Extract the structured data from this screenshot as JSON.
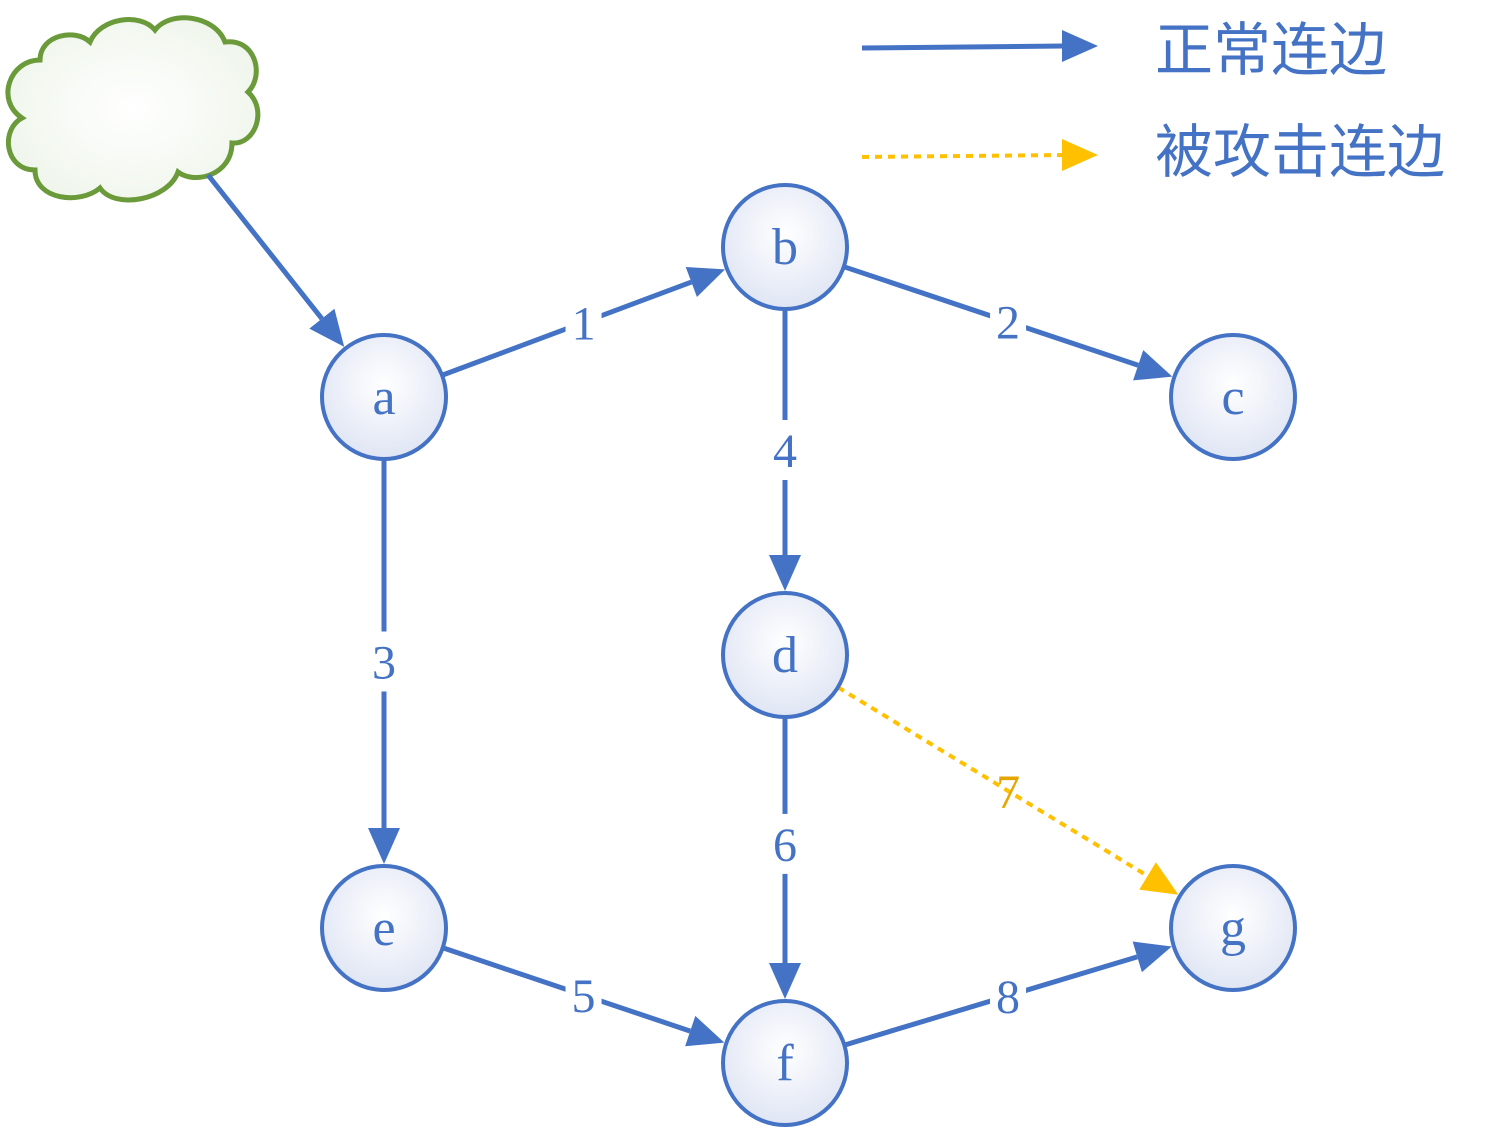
{
  "colors": {
    "normal_edge": "#4472c4",
    "attacked_edge": "#ffc000",
    "attacked_label": "#e6a500",
    "node_stroke": "#4472c4",
    "node_fill_light": "#ffffff",
    "node_fill_dark": "#dde3f3",
    "cloud_stroke": "#6a9a3a",
    "cloud_fill": "#eef5ea"
  },
  "legend": {
    "normal_label": "正常连边",
    "attacked_label": "被攻击连边"
  },
  "cloud": {
    "name": "external-source-cloud",
    "target": "a"
  },
  "nodes": [
    {
      "id": "a",
      "label": "a"
    },
    {
      "id": "b",
      "label": "b"
    },
    {
      "id": "c",
      "label": "c"
    },
    {
      "id": "d",
      "label": "d"
    },
    {
      "id": "e",
      "label": "e"
    },
    {
      "id": "f",
      "label": "f"
    },
    {
      "id": "g",
      "label": "g"
    }
  ],
  "edges": [
    {
      "id": "1",
      "label": "1",
      "from": "a",
      "to": "b",
      "type": "normal"
    },
    {
      "id": "2",
      "label": "2",
      "from": "b",
      "to": "c",
      "type": "normal"
    },
    {
      "id": "3",
      "label": "3",
      "from": "a",
      "to": "e",
      "type": "normal"
    },
    {
      "id": "4",
      "label": "4",
      "from": "b",
      "to": "d",
      "type": "normal"
    },
    {
      "id": "5",
      "label": "5",
      "from": "e",
      "to": "f",
      "type": "normal"
    },
    {
      "id": "6",
      "label": "6",
      "from": "d",
      "to": "f",
      "type": "normal"
    },
    {
      "id": "7",
      "label": "7",
      "from": "d",
      "to": "g",
      "type": "attacked"
    },
    {
      "id": "8",
      "label": "8",
      "from": "f",
      "to": "g",
      "type": "normal"
    }
  ]
}
